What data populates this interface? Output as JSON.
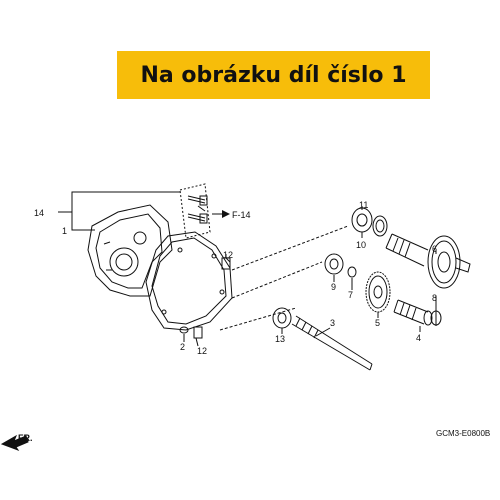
{
  "banner": {
    "text": "Na obrázku díl číslo 1"
  },
  "callouts": {
    "c1": "1",
    "c2": "2",
    "c3": "3",
    "c4": "4",
    "c5": "5",
    "c6": "6",
    "c7": "7",
    "c8": "8",
    "c9": "9",
    "c10": "10",
    "c11": "11",
    "c12a": "12",
    "c12b": "12",
    "c13": "13",
    "c14": "14"
  },
  "reference": "F-14",
  "front_marker": "FR.",
  "diagram_code": "GCM3-E0800B",
  "colors": {
    "banner_bg": "#f7bd0a",
    "line": "#111111"
  }
}
